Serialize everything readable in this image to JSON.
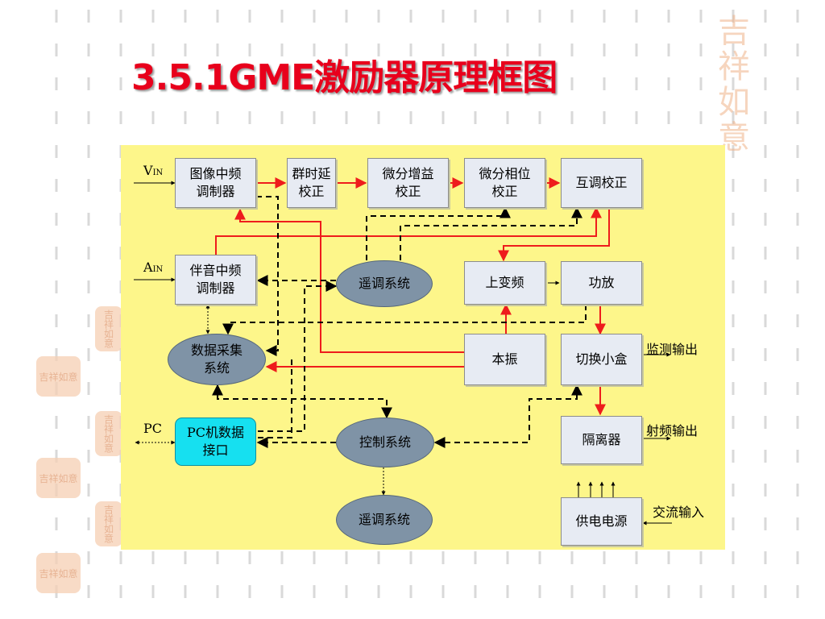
{
  "title": "3.5.1GME激励器原理框图",
  "decor": {
    "stamp_text": "吉祥如意",
    "stamp_color": "#f2c6a4"
  },
  "colors": {
    "panel": "#fdf68a",
    "title": "#e8001c",
    "box": "#e7ebf3",
    "ellipse": "#7f93a6",
    "pc_box": "#16e0f0",
    "red_arrow": "#ee1c1c"
  },
  "blocks": {
    "video_mod": "图像中频\n调制器",
    "group_delay": "群时延\n校正",
    "diff_gain": "微分增益\n校正",
    "diff_phase": "微分相位\n校正",
    "intermod": "互调校正",
    "audio_mod": "伴音中频\n调制器",
    "remote1": "遥调系统",
    "upconv": "上变频",
    "amp": "功放",
    "data_acq": "数据采集\n系统",
    "local_osc": "本振",
    "switch_box": "切换小盒",
    "pc_interface": "PC机数据\n接口",
    "control": "控制系统",
    "isolator": "隔离器",
    "remote2": "遥调系统",
    "power": "供电电源"
  },
  "labels": {
    "vin_main": "V",
    "vin_sub": "IN",
    "ain_main": "A",
    "ain_sub": "IN",
    "pc": "PC",
    "monitor_out": "监测输出",
    "rf_out": "射频输出",
    "ac_in": "交流输入"
  }
}
